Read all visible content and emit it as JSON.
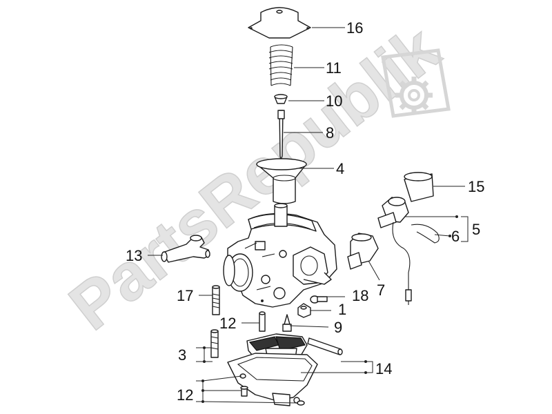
{
  "watermark": {
    "text": "PartsRepublik",
    "icon": "gear-icon"
  },
  "labels": [
    "16",
    "11",
    "10",
    "8",
    "4",
    "15",
    "5",
    "6",
    "7",
    "13",
    "17",
    "18",
    "1",
    "12",
    "9",
    "3",
    "14",
    "12"
  ],
  "colors": {
    "line": "#1a1a1a",
    "watermark": "#e4e4e4"
  }
}
